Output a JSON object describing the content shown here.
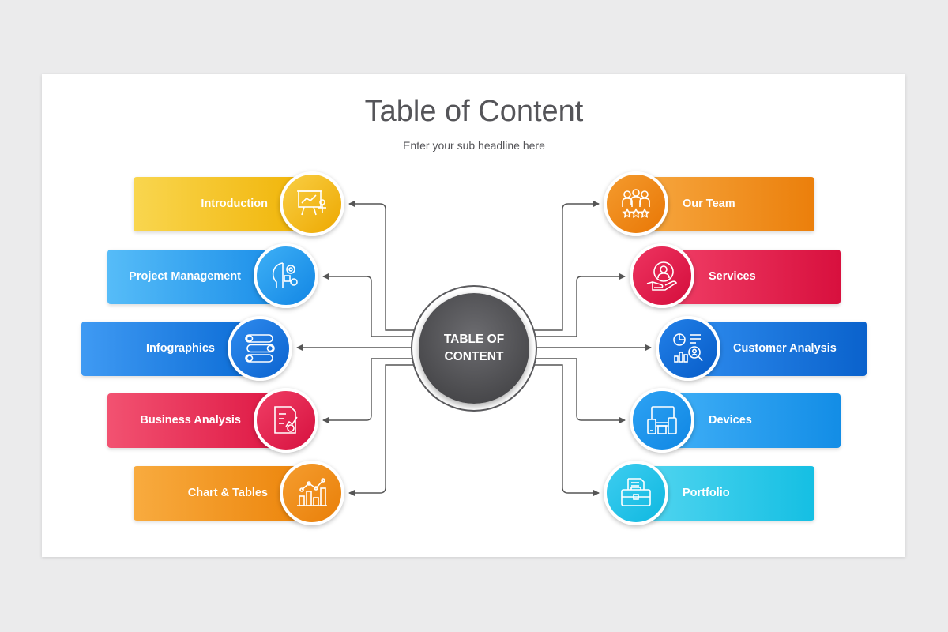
{
  "header": {
    "title": "Table of Content",
    "subtitle": "Enter your sub headline here"
  },
  "center": {
    "label": "TABLE OF\nCONTENT"
  },
  "left_items": [
    {
      "label": "Introduction",
      "icon": "presentation-icon",
      "color_start": "#f9d04a",
      "color_end": "#f0b400"
    },
    {
      "label": "Project Management",
      "icon": "gears-head-icon",
      "color_start": "#4fb6f7",
      "color_end": "#1a8ee8"
    },
    {
      "label": "Infographics",
      "icon": "numbered-list-icon",
      "color_start": "#3d97f2",
      "color_end": "#0f6fd8"
    },
    {
      "label": "Business Analysis",
      "icon": "report-chart-icon",
      "color_start": "#f24e6d",
      "color_end": "#e01b47"
    },
    {
      "label": "Chart & Tables",
      "icon": "bar-chart-icon",
      "color_start": "#f7a63a",
      "color_end": "#ee8a10"
    }
  ],
  "right_items": [
    {
      "label": "Our Team",
      "icon": "team-stars-icon",
      "color_start": "#f5a23a",
      "color_end": "#ec7e0c"
    },
    {
      "label": "Services",
      "icon": "hand-user-icon",
      "color_start": "#ef3a63",
      "color_end": "#da1340"
    },
    {
      "label": "Customer Analysis",
      "icon": "analytics-search-icon",
      "color_start": "#2a86ea",
      "color_end": "#0b63cd"
    },
    {
      "label": "Devices",
      "icon": "devices-icon",
      "color_start": "#3aabf5",
      "color_end": "#148ee6"
    },
    {
      "label": "Portfolio",
      "icon": "briefcase-doc-icon",
      "color_start": "#45d1ee",
      "color_end": "#14bfe3"
    }
  ]
}
